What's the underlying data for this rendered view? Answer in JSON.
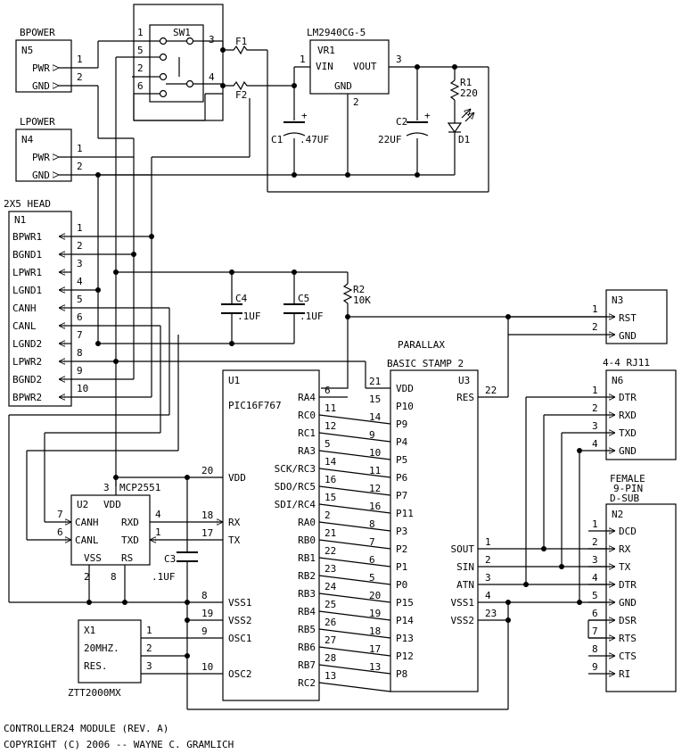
{
  "connectors": {
    "n5": {
      "title": "BPOWER",
      "ref": "N5",
      "pins": [
        {
          "num": "1",
          "name": "PWR"
        },
        {
          "num": "2",
          "name": "GND"
        }
      ]
    },
    "n4": {
      "title": "LPOWER",
      "ref": "N4",
      "pins": [
        {
          "num": "1",
          "name": "PWR"
        },
        {
          "num": "2",
          "name": "GND"
        }
      ]
    },
    "n1": {
      "title": "2X5 HEAD",
      "ref": "N1",
      "pins": [
        {
          "num": "1",
          "name": "BPWR1"
        },
        {
          "num": "2",
          "name": "BGND1"
        },
        {
          "num": "3",
          "name": "LPWR1"
        },
        {
          "num": "4",
          "name": "LGND1"
        },
        {
          "num": "5",
          "name": "CANH"
        },
        {
          "num": "6",
          "name": "CANL"
        },
        {
          "num": "7",
          "name": "LGND2"
        },
        {
          "num": "8",
          "name": "LPWR2"
        },
        {
          "num": "9",
          "name": "BGND2"
        },
        {
          "num": "10",
          "name": "BPWR2"
        }
      ]
    },
    "n3": {
      "ref": "N3",
      "pins": [
        {
          "num": "1",
          "name": "RST"
        },
        {
          "num": "2",
          "name": "GND"
        }
      ]
    },
    "n6": {
      "title": "4-4 RJ11",
      "ref": "N6",
      "pins": [
        {
          "num": "1",
          "name": "DTR"
        },
        {
          "num": "2",
          "name": "RXD"
        },
        {
          "num": "3",
          "name": "TXD"
        },
        {
          "num": "4",
          "name": "GND"
        }
      ]
    },
    "n2": {
      "title_lines": [
        "FEMALE",
        "9-PIN",
        "D-SUB"
      ],
      "ref": "N2",
      "pins": [
        {
          "num": "1",
          "name": "DCD"
        },
        {
          "num": "2",
          "name": "RX"
        },
        {
          "num": "3",
          "name": "TX"
        },
        {
          "num": "4",
          "name": "DTR"
        },
        {
          "num": "5",
          "name": "GND"
        },
        {
          "num": "6",
          "name": "DSR"
        },
        {
          "num": "7",
          "name": "RTS"
        },
        {
          "num": "8",
          "name": "CTS"
        },
        {
          "num": "9",
          "name": "RI"
        }
      ]
    }
  },
  "sw1": {
    "ref": "SW1",
    "pins": [
      "1",
      "5",
      "2",
      "6",
      "3",
      "4"
    ]
  },
  "fuses": {
    "f1": "F1",
    "f2": "F2"
  },
  "vr1": {
    "part": "LM2940CG-5",
    "ref": "VR1",
    "vin": "VIN",
    "vout": "VOUT",
    "gnd": "GND",
    "pin1": "1",
    "pin2": "2",
    "pin3": "3"
  },
  "caps": {
    "c1": {
      "ref": "C1",
      "value": ".47UF"
    },
    "c2": {
      "ref": "C2",
      "value": "22UF"
    },
    "c3": {
      "ref": "C3",
      "value": ".1UF"
    },
    "c4": {
      "ref": "C4",
      "value": ".1UF"
    },
    "c5": {
      "ref": "C5",
      "value": ".1UF"
    }
  },
  "resistors": {
    "r1": {
      "ref": "R1",
      "value": "220"
    },
    "r2": {
      "ref": "R2",
      "value": "10K"
    }
  },
  "d1": {
    "ref": "D1"
  },
  "u1": {
    "ref": "U1",
    "part": "PIC16F767",
    "right_pins": [
      {
        "name": "RA4",
        "num": "6"
      },
      {
        "name": "RC0",
        "num": "11"
      },
      {
        "name": "RC1",
        "num": "12"
      },
      {
        "name": "RA3",
        "num": "5"
      },
      {
        "name": "SCK/RC3",
        "num": "14"
      },
      {
        "name": "SDO/RC5",
        "num": "16"
      },
      {
        "name": "SDI/RC4",
        "num": "15"
      },
      {
        "name": "RA0",
        "num": "2"
      },
      {
        "name": "RB0",
        "num": "21"
      },
      {
        "name": "RB1",
        "num": "22"
      },
      {
        "name": "RB2",
        "num": "23"
      },
      {
        "name": "RB3",
        "num": "24"
      },
      {
        "name": "RB4",
        "num": "25"
      },
      {
        "name": "RB5",
        "num": "26"
      },
      {
        "name": "RB6",
        "num": "27"
      },
      {
        "name": "RB7",
        "num": "28"
      },
      {
        "name": "RC2",
        "num": "13"
      }
    ],
    "left_pins": [
      {
        "name": "VDD",
        "num": "20"
      },
      {
        "name": "RX",
        "num": "18"
      },
      {
        "name": "TX",
        "num": "17"
      },
      {
        "name": "VSS1",
        "num": "8"
      },
      {
        "name": "VSS2",
        "num": "19"
      },
      {
        "name": "OSC1",
        "num": "9"
      },
      {
        "name": "OSC2",
        "num": "10"
      }
    ]
  },
  "u3": {
    "ref": "U3",
    "title1": "PARALLAX",
    "title2": "BASIC STAMP 2",
    "left_pins": [
      {
        "num": "21",
        "name": "VDD"
      },
      {
        "num": "15",
        "name": "P10"
      },
      {
        "num": "14",
        "name": "P9"
      },
      {
        "num": "9",
        "name": "P4"
      },
      {
        "num": "10",
        "name": "P5"
      },
      {
        "num": "11",
        "name": "P6"
      },
      {
        "num": "12",
        "name": "P7"
      },
      {
        "num": "16",
        "name": "P11"
      },
      {
        "num": "8",
        "name": "P3"
      },
      {
        "num": "7",
        "name": "P2"
      },
      {
        "num": "6",
        "name": "P1"
      },
      {
        "num": "5",
        "name": "P0"
      },
      {
        "num": "20",
        "name": "P15"
      },
      {
        "num": "19",
        "name": "P14"
      },
      {
        "num": "18",
        "name": "P13"
      },
      {
        "num": "17",
        "name": "P12"
      },
      {
        "num": "13",
        "name": "P8"
      }
    ],
    "right_pins": [
      {
        "name": "RES",
        "num": "22"
      },
      {
        "name": "SOUT",
        "num": "1"
      },
      {
        "name": "SIN",
        "num": "2"
      },
      {
        "name": "ATN",
        "num": "3"
      },
      {
        "name": "VSS1",
        "num": "4"
      },
      {
        "name": "VSS2",
        "num": "23"
      }
    ]
  },
  "u2": {
    "ref": "U2",
    "part": "MCP2551",
    "pin3": "3",
    "vdd": "VDD",
    "canh": "CANH",
    "canl": "CANL",
    "rxd": "RXD",
    "txd": "TXD",
    "vss": "VSS",
    "rs": "RS",
    "pin7": "7",
    "pin6": "6",
    "pin4": "4",
    "pin1": "1",
    "pin2": "2",
    "pin8": "8"
  },
  "x1": {
    "ref": "X1",
    "freq": "20MHZ.",
    "type": "RES.",
    "part": "ZTT2000MX",
    "pin1": "1",
    "pin2": "2",
    "pin3": "3"
  },
  "footer": {
    "line1": "CONTROLLER24 MODULE (REV. A)",
    "line2": "COPYRIGHT (C) 2006 -- WAYNE C. GRAMLICH"
  }
}
